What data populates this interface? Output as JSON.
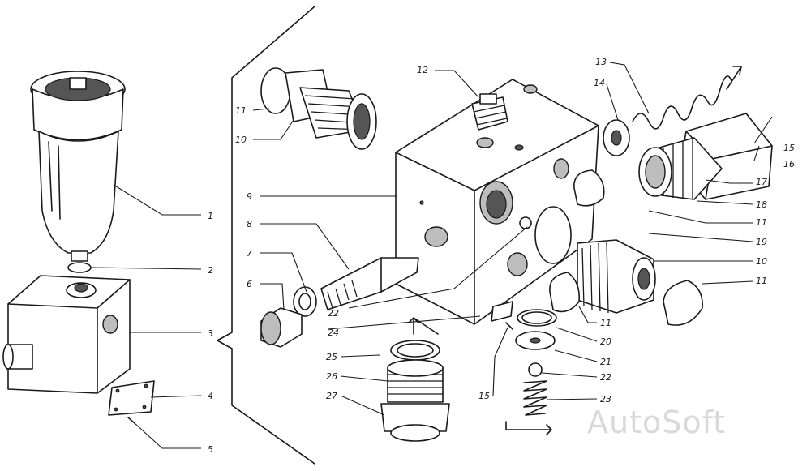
{
  "watermark": "AutoSoft",
  "callouts": [
    "1",
    "2",
    "3",
    "4",
    "5",
    "6",
    "7",
    "8",
    "9",
    "10",
    "11",
    "12",
    "13",
    "14",
    "15",
    "16",
    "17",
    "18",
    "19",
    "22",
    "24",
    "20",
    "21",
    "23",
    "25",
    "26",
    "27"
  ],
  "colors": {
    "ink": "#1a1a1a",
    "paper": "#ffffff",
    "watermark": "#d9d9d9"
  }
}
